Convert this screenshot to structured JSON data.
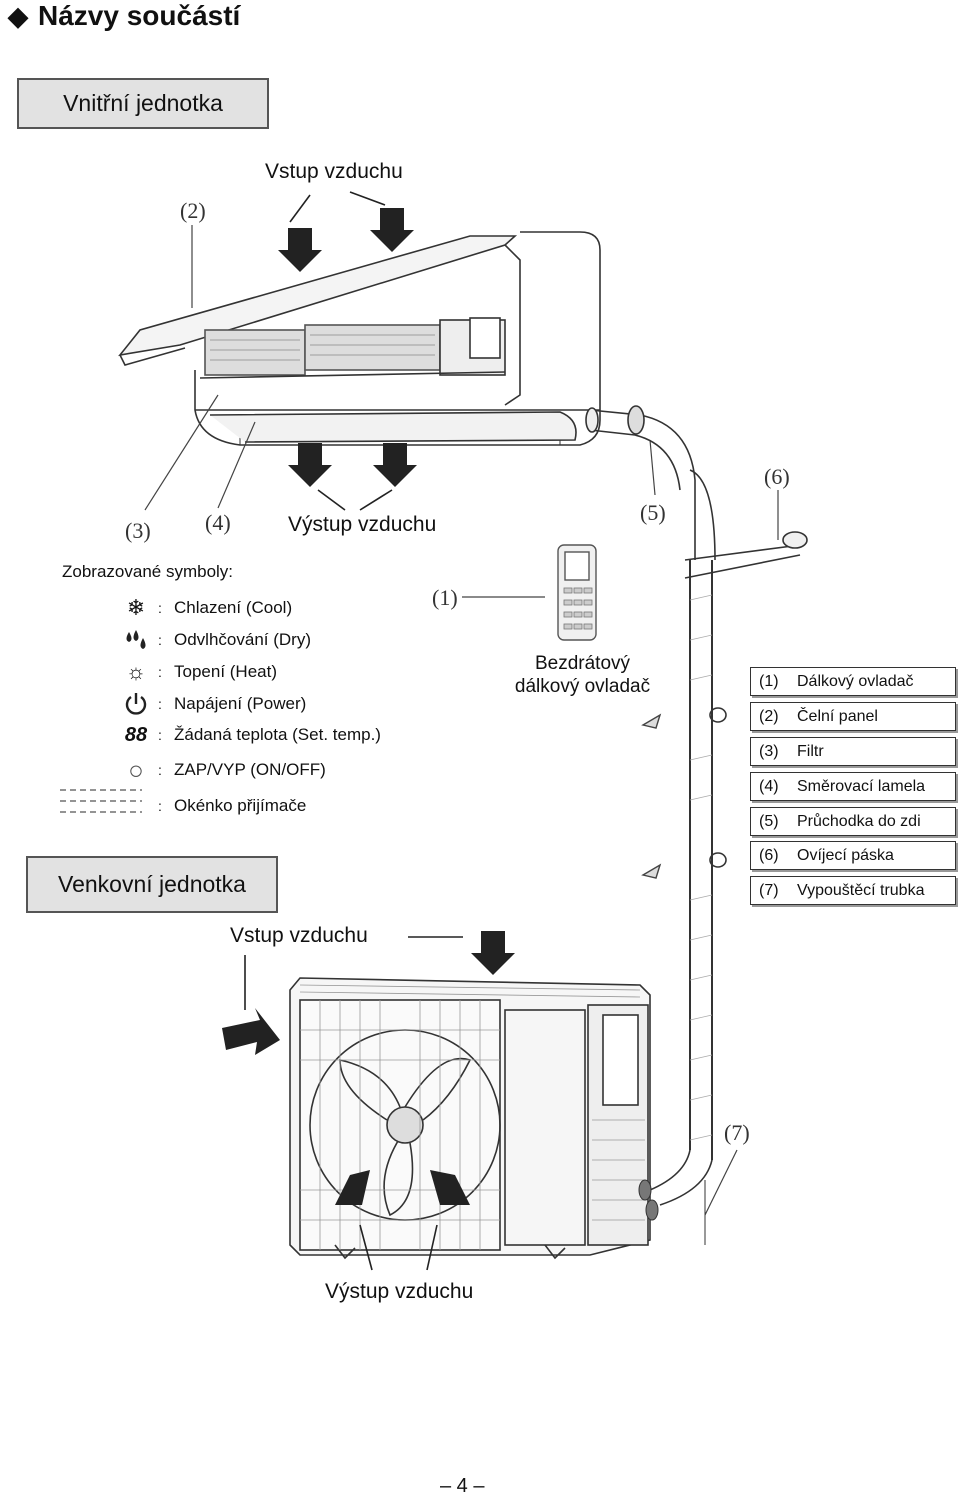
{
  "heading": {
    "bullet": "◆",
    "title": "Názvy součástí"
  },
  "indoor_unit": {
    "label": "Vnitřní jednotka",
    "air_in": "Vstup vzduchu",
    "air_out": "Výstup vzduchu"
  },
  "outdoor_unit": {
    "label": "Venkovní jednotka",
    "air_in": "Vstup vzduchu",
    "air_out": "Výstup vzduchu"
  },
  "callouts": {
    "c1": "(1)",
    "c2": "(2)",
    "c3": "(3)",
    "c4": "(4)",
    "c5": "(5)",
    "c6": "(6)",
    "c7": "(7)"
  },
  "remote_caption": {
    "line1": "Bezdrátový",
    "line2": "dálkový ovladač"
  },
  "symbols": {
    "title": "Zobrazované symboly:",
    "items": [
      {
        "icon": "snowflake-icon",
        "glyph": "❄",
        "label": "Chlazení (Cool)"
      },
      {
        "icon": "droplets-icon",
        "glyph": "💧",
        "label": "Odvlhčování (Dry)"
      },
      {
        "icon": "sun-icon",
        "glyph": "☼",
        "label": "Topení (Heat)"
      },
      {
        "icon": "power-icon",
        "glyph": "⏻",
        "label": "Napájení (Power)"
      },
      {
        "icon": "digits-icon",
        "glyph": "88",
        "label": "Žádaná teplota (Set. temp.)"
      },
      {
        "icon": "circle-icon",
        "glyph": "○",
        "label": "ZAP/VYP (ON/OFF)"
      },
      {
        "icon": "receiver-window-icon",
        "glyph": "",
        "label": "Okénko přijímače"
      }
    ]
  },
  "legend": [
    {
      "num": "(1)",
      "label": "Dálkový ovladač"
    },
    {
      "num": "(2)",
      "label": "Čelní panel"
    },
    {
      "num": "(3)",
      "label": "Filtr"
    },
    {
      "num": "(4)",
      "label": "Směrovací lamela"
    },
    {
      "num": "(5)",
      "label": "Průchodka do zdi"
    },
    {
      "num": "(6)",
      "label": "Ovíjecí páska"
    },
    {
      "num": "(7)",
      "label": "Vypouštěcí trubka"
    }
  ],
  "page_number": "– 4 –"
}
